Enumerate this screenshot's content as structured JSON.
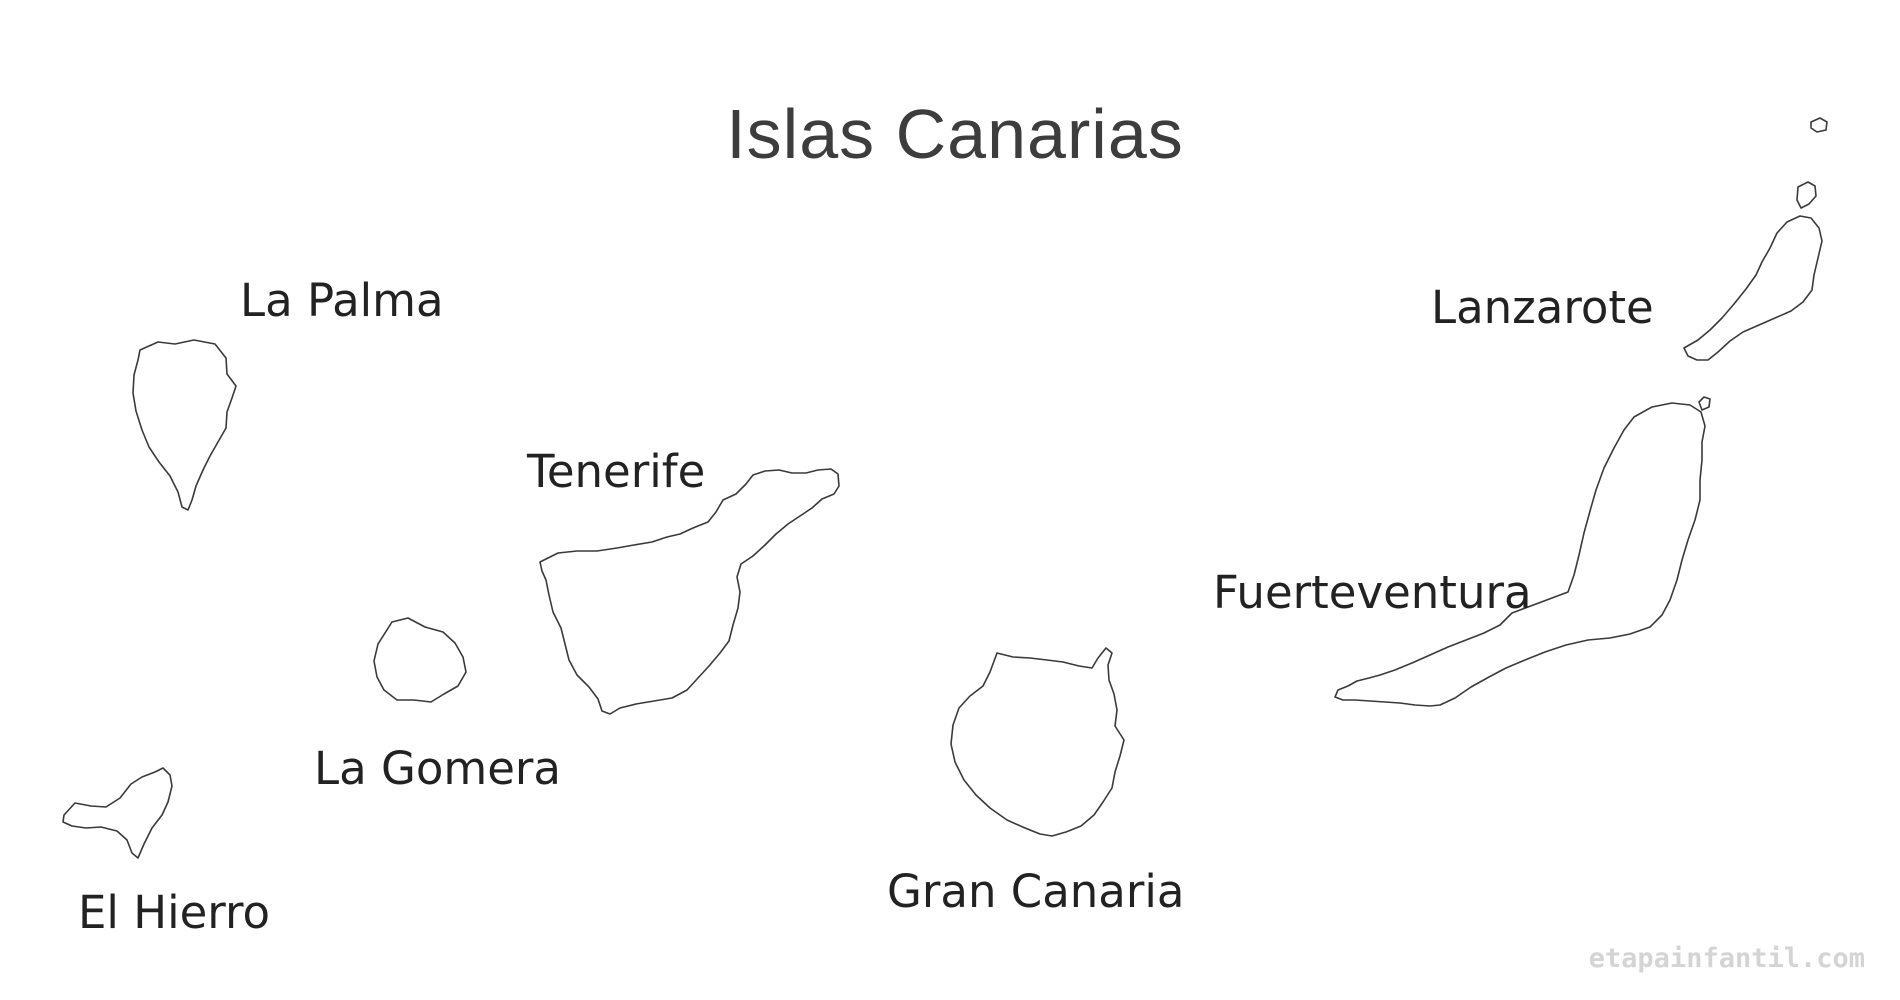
{
  "map": {
    "title": "Islas Canarias",
    "watermark": "etapainfantil.com",
    "outline_color": "#3a3a3a",
    "islands": [
      {
        "id": "la-palma",
        "label": "La Palma"
      },
      {
        "id": "tenerife",
        "label": "Tenerife"
      },
      {
        "id": "la-gomera",
        "label": "La Gomera"
      },
      {
        "id": "el-hierro",
        "label": "El Hierro"
      },
      {
        "id": "gran-canaria",
        "label": "Gran Canaria"
      },
      {
        "id": "fuerteventura",
        "label": "Fuerteventura"
      },
      {
        "id": "lanzarote",
        "label": "Lanzarote"
      }
    ]
  }
}
